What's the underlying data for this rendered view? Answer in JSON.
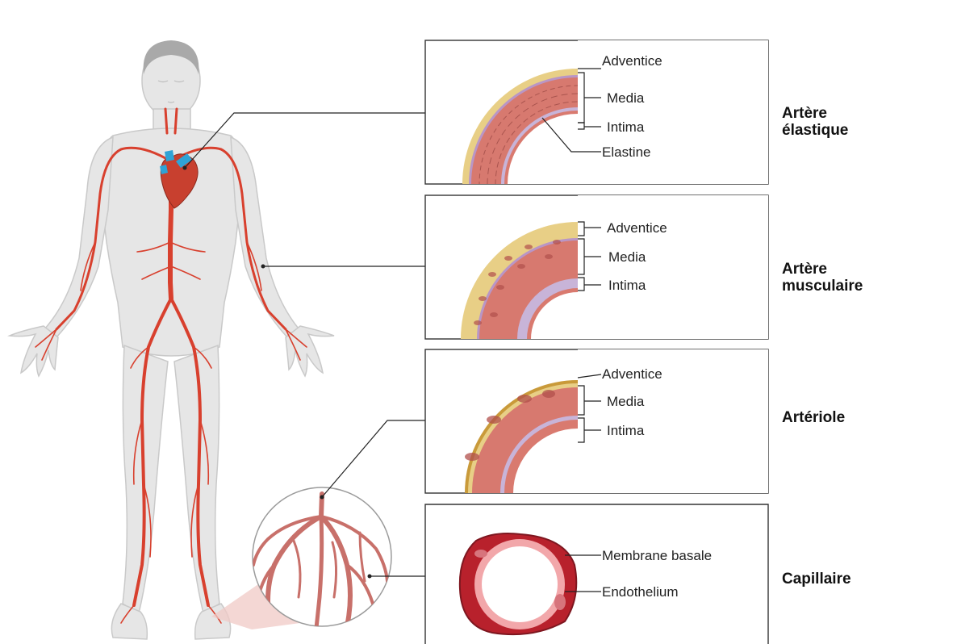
{
  "vessels": [
    {
      "title_lines": [
        "Artère",
        "élastique"
      ],
      "layers": {
        "adventice": "Adventice",
        "media": "Media",
        "intima": "Intima",
        "extra": "Elastine"
      }
    },
    {
      "title_lines": [
        "Artère",
        "musculaire"
      ],
      "layers": {
        "adventice": "Adventice",
        "media": "Media",
        "intima": "Intima"
      }
    },
    {
      "title_lines": [
        "Artériole"
      ],
      "layers": {
        "adventice": "Adventice",
        "media": "Media",
        "intima": "Intima"
      }
    },
    {
      "title_lines": [
        "Capillaire"
      ],
      "layers": {
        "membrane": "Membrane basale",
        "endothelium": "Endothelium"
      }
    }
  ],
  "colors": {
    "adventitia": "#e8cf86",
    "media": "#d7796f",
    "intima": "#c8b4d8",
    "artery": "#d8402e",
    "vein_blue": "#2fa3d6",
    "body": "#e6e6e6",
    "capillary_wall": "#b8212c",
    "capillary_inner": "#f2a7aa"
  },
  "icons": [
    "human-body-figure",
    "heart-icon",
    "capillary-network-icon",
    "vessel-cross-section"
  ]
}
